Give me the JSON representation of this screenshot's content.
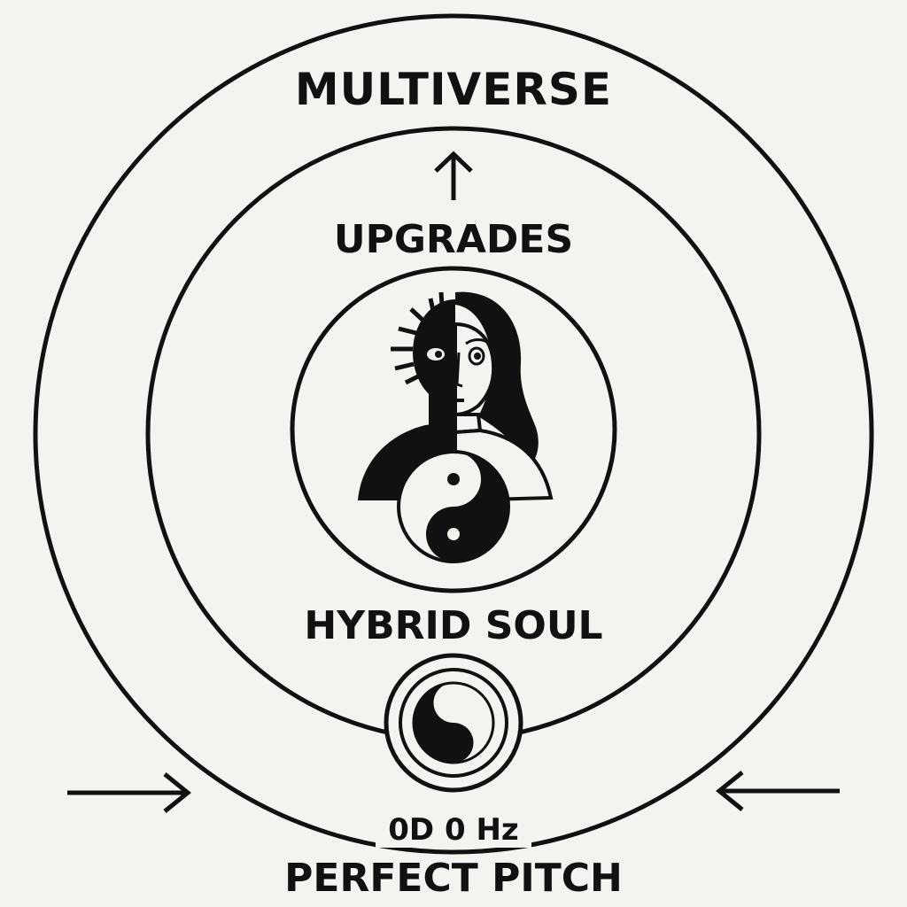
{
  "labels": {
    "outer": "MULTIVERSE",
    "middle": "UPGRADES",
    "inner": "HYBRID SOUL",
    "frequency": "0D 0 Hz",
    "bottom": "PERFECT PITCH"
  },
  "icons": {
    "figure": "half-sun-half-woman-figure-icon",
    "chest_symbol": "yin-yang-icon",
    "core_symbol": "yin-yang-icon",
    "up_arrow": "arrow-up-icon",
    "left_arrow": "arrow-right-icon",
    "right_arrow": "arrow-left-icon"
  },
  "colors": {
    "background": "#f5f3ef",
    "ink": "#111111"
  }
}
